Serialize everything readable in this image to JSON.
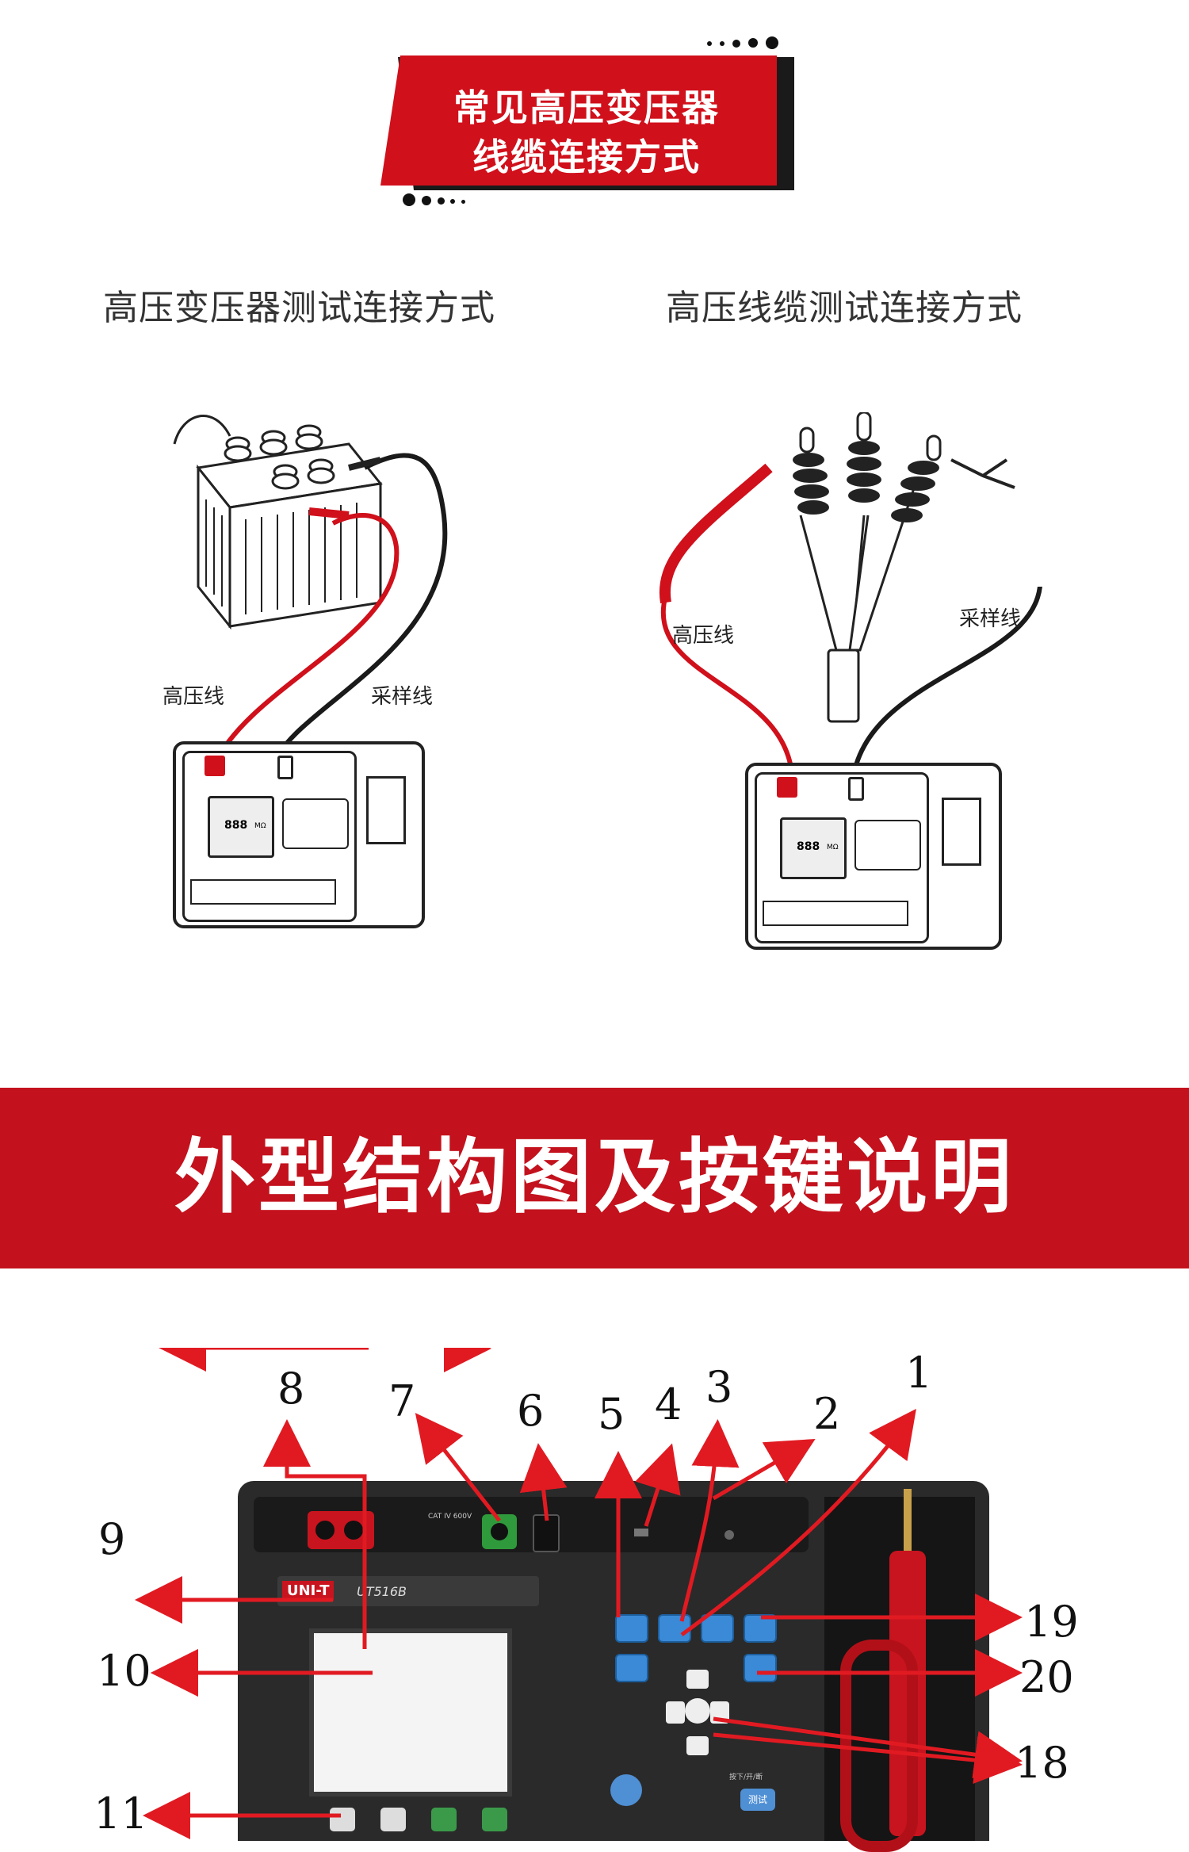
{
  "badge": {
    "line1": "常见高压变压器",
    "line2": "线缆连接方式"
  },
  "left_panel": {
    "title": "高压变压器测试连接方式",
    "hv_label": "高压线",
    "sample_label": "采样线",
    "display": "888",
    "unit": "MΩ"
  },
  "right_panel": {
    "title": "高压线缆测试连接方式",
    "hv_label": "高压线",
    "sample_label": "采样线",
    "display": "888",
    "unit": "MΩ"
  },
  "banner": {
    "title": "外型结构图及按键说明"
  },
  "device": {
    "brand": "UNI-T",
    "model": "UT516B",
    "cat": "CAT IV 600V",
    "callouts": [
      "1",
      "2",
      "3",
      "4",
      "5",
      "6",
      "7",
      "8",
      "9",
      "10",
      "11",
      "18",
      "19",
      "20"
    ],
    "test_key_label": "测试",
    "test_key_hint": "按下/开/断"
  },
  "colors": {
    "accent": "#d0101b",
    "banner": "#c3121d",
    "key_blue": "#3a8ad8"
  }
}
